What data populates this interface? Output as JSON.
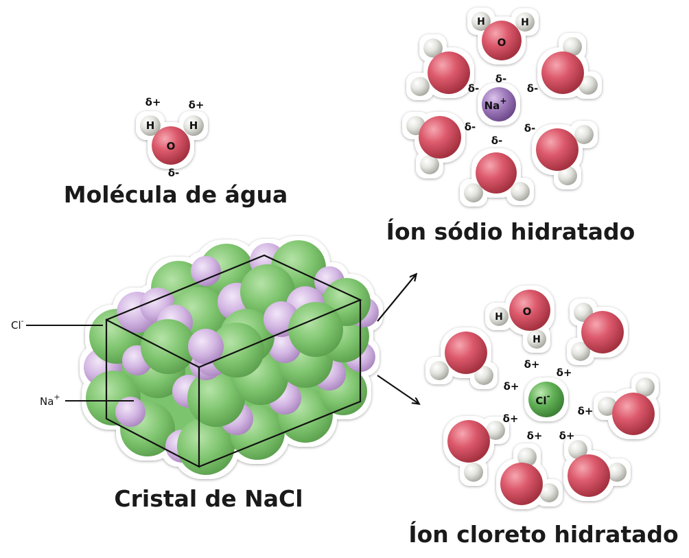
{
  "captions": {
    "water": "Molécula de água",
    "sodium": "Íon sódio hidratado",
    "crystal": "Cristal de NaCl",
    "chloride": "Íon cloreto hidratado"
  },
  "atoms": {
    "oxygen": "O",
    "hydrogen": "H",
    "sodium": "Na",
    "chloride": "Cl"
  },
  "charges": {
    "delta_plus": "δ+",
    "delta_minus": "δ-",
    "cation": "+",
    "anion": "-"
  },
  "crystal_labels": {
    "chloride": "Cl",
    "sodium": "Na"
  },
  "colors": {
    "oxygen": "#d9576a",
    "hydrogen": "#dcdcd6",
    "sodium_ion": "#9b72b8",
    "chloride_ion": "#5fae52",
    "crystal_green": "#7cc46d",
    "crystal_purple": "#c9a8d9"
  }
}
